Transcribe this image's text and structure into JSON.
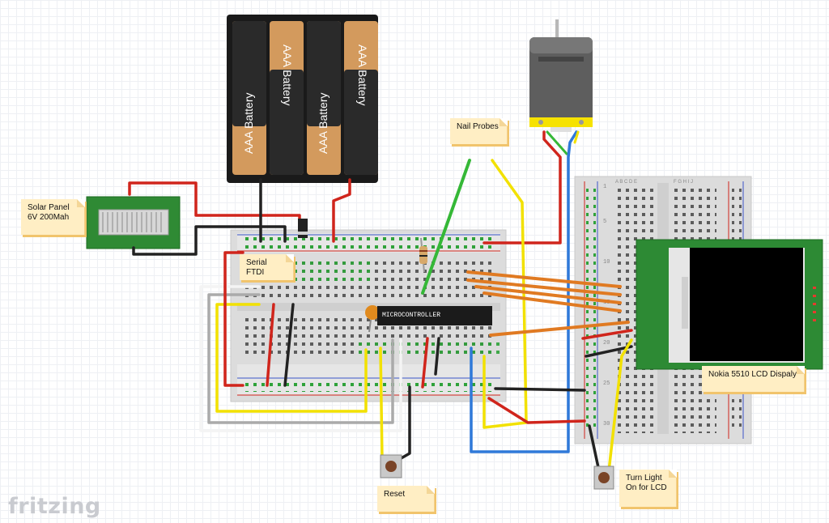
{
  "app": {
    "logo": "fritzing"
  },
  "components": {
    "battery_label": "AAA Battery",
    "mcu_label": "MICROCONTROLLER"
  },
  "notes": {
    "solar_panel": "Solar Panel\n6V 200Mah",
    "serial_ftdi": "Serial FTDI",
    "nail_probes": "Nail Probes",
    "lcd": "Nokia 5510 LCD Dispaly",
    "reset": "Reset",
    "turn_light": "Turn Light\nOn for LCD"
  },
  "breadboard_right": {
    "row_numbers": [
      "1",
      "5",
      "10",
      "15",
      "20",
      "25",
      "30"
    ],
    "column_letters_top": "A B C D E",
    "column_letters_top2": "F G H I J"
  },
  "wire_colors": {
    "red": "#d0251c",
    "black": "#222222",
    "yellow": "#f2e100",
    "green": "#35b837",
    "blue": "#2f79d9",
    "orange": "#e07a22",
    "white": "#f4f4f4"
  }
}
